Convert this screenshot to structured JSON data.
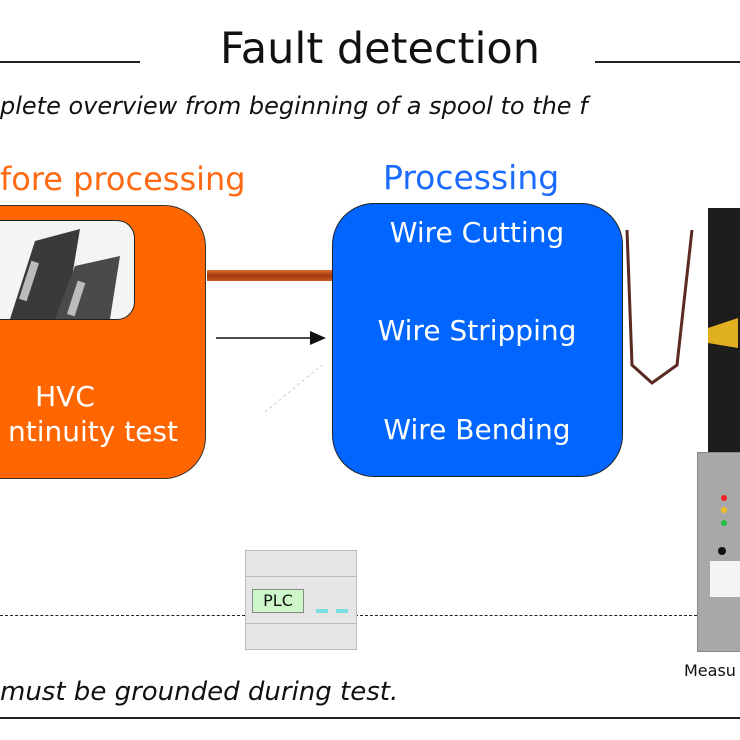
{
  "header": {
    "title": "Fault detection",
    "subtitle": "plete overview from beginning of a spool to the f"
  },
  "sections": {
    "before": "fore processing",
    "processing": "Processing"
  },
  "before_box": {
    "line1": "HVC",
    "line2": "ntinuity test"
  },
  "processing_box": {
    "steps": [
      "Wire Cutting",
      "Wire Stripping",
      "Wire Bending"
    ]
  },
  "plc": {
    "label": "PLC"
  },
  "measurement": {
    "label": "Measu"
  },
  "footer": {
    "note": "must be grounded during test."
  },
  "colors": {
    "orange": "#ff6600",
    "blue": "#0066ff",
    "copper": "#b8501c"
  }
}
